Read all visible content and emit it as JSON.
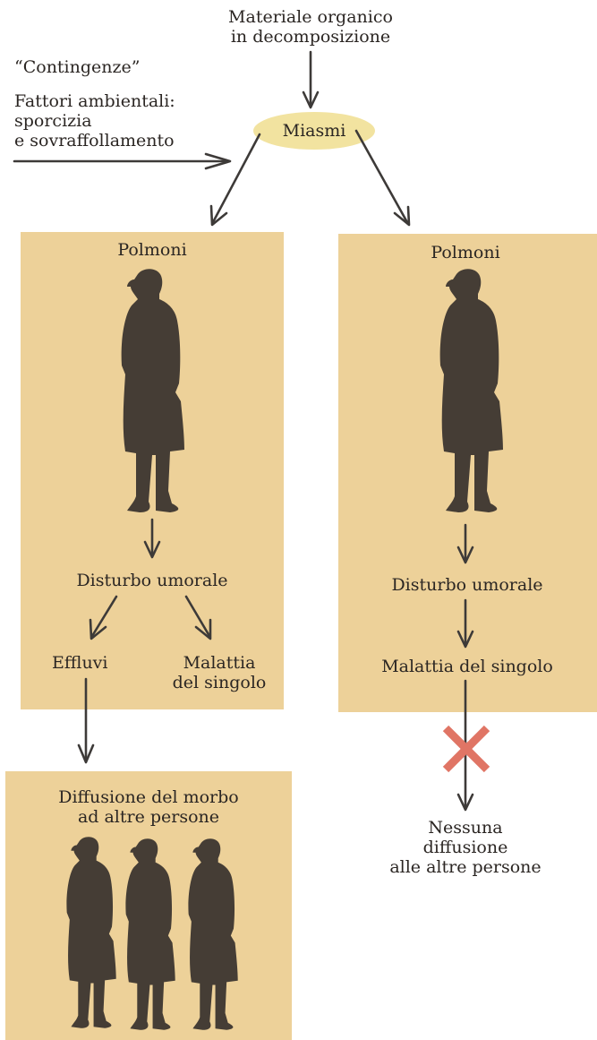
{
  "top": {
    "source_line1": "Materiale organico",
    "source_line2": "in decomposizione",
    "contingenze": "“Contingenze”",
    "factors_line1": "Fattori ambientali:",
    "factors_line2": "sporcizia",
    "factors_line3": "e sovraffollamento",
    "miasmi": "Miasmi"
  },
  "left": {
    "title": "Polmoni",
    "disturbance": "Disturbo umorale",
    "effluvi": "Effluvi",
    "malattia_line1": "Malattia",
    "malattia_line2": "del singolo"
  },
  "right": {
    "title": "Polmoni",
    "disturbance": "Disturbo umorale",
    "malattia": "Malattia del singolo"
  },
  "bottom_left": {
    "line1": "Diffusione del morbo",
    "line2": "ad altre persone"
  },
  "bottom_right": {
    "line1": "Nessuna",
    "line2": "diffusione",
    "line3": "alle altre persone"
  },
  "colors": {
    "panel": "#edd199",
    "silhouette": "#453d35",
    "arrow": "#3d3a38",
    "block_x": "#e07565",
    "ellipse": "#f2e3a0"
  }
}
